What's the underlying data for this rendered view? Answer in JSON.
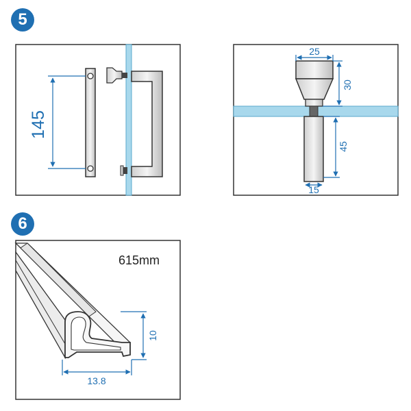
{
  "step5": {
    "badge": "5",
    "handle_height": "145",
    "knob_top_width": "25",
    "knob_height": "30",
    "knob_bottom_length": "45",
    "knob_bottom_width": "15"
  },
  "step6": {
    "badge": "6",
    "length_label": "615mm",
    "profile_height": "10",
    "profile_width": "13.8"
  },
  "colors": {
    "badge": "#1f6fb2",
    "dimension_line": "#1f6fb2",
    "glass": "#a8d8ec",
    "outline": "#333333",
    "fill_gray": "#d8d8d8"
  }
}
